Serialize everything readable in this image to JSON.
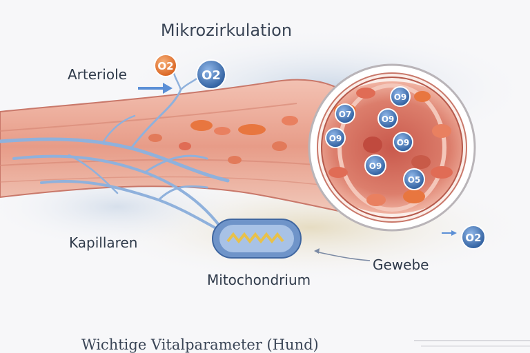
{
  "diagram": {
    "title": "Mikrozirkulation",
    "labels": {
      "arteriole": "Arteriole",
      "capillaries": "Kapillaren",
      "mitochondrion": "Mitochondrium",
      "tissue": "Gewebe"
    },
    "oxygen_symbol": "O2",
    "zoom_molecule_symbols": [
      "O9",
      "O7",
      "O9",
      "O9",
      "O9",
      "O5"
    ],
    "colors": {
      "vessel": "#e8a08f",
      "oxygen_blue": "#3f73b8",
      "oxygen_orange": "#e8732c",
      "capillary": "#8fb1dc"
    }
  },
  "next_section": {
    "title_partial": "Wichtige Vitalparameter (Hund)"
  }
}
